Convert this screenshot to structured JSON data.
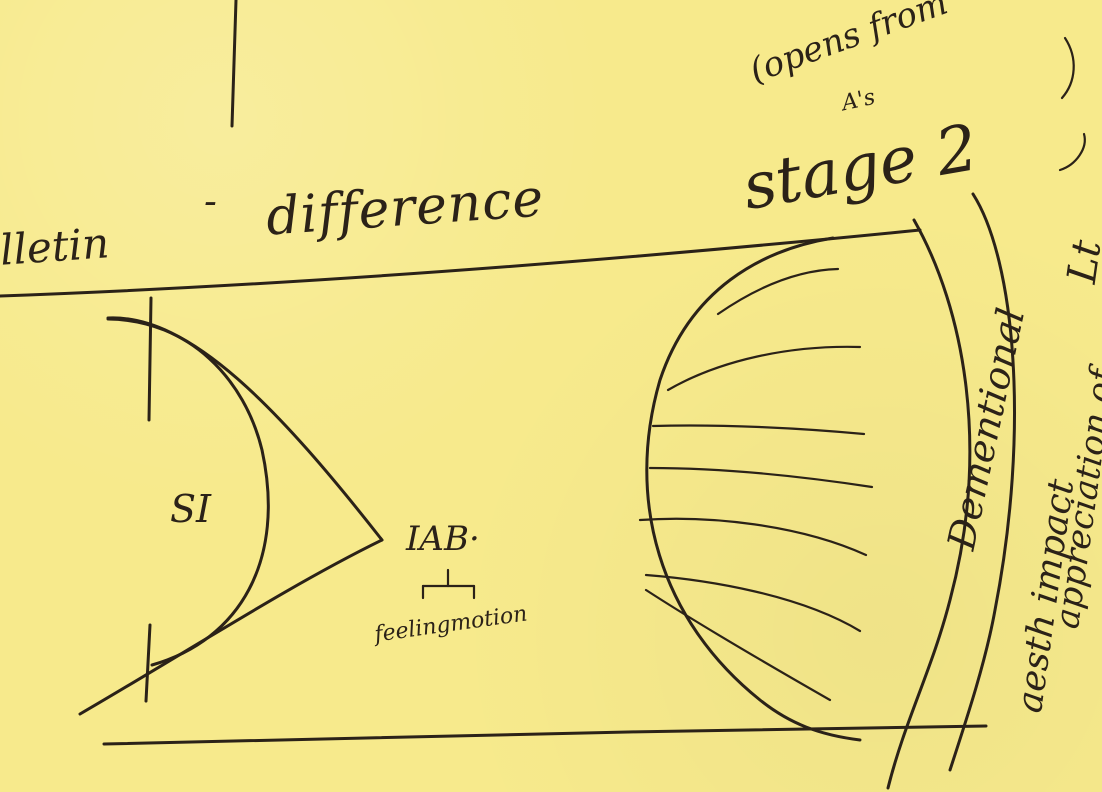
{
  "note": {
    "left_fragment": "lletin",
    "dash": "-",
    "word": "difference",
    "stage": "stage 2",
    "parenthetical": "(opens from",
    "small_label": "A's",
    "left_label": "SI",
    "center_label": "IAB·",
    "feeling": "feeling",
    "motion": "motion",
    "vertical_1": "Dementional",
    "vertical_2": "aesth impact",
    "vertical_3": "appreciation of",
    "vertical_4": "Lt"
  }
}
